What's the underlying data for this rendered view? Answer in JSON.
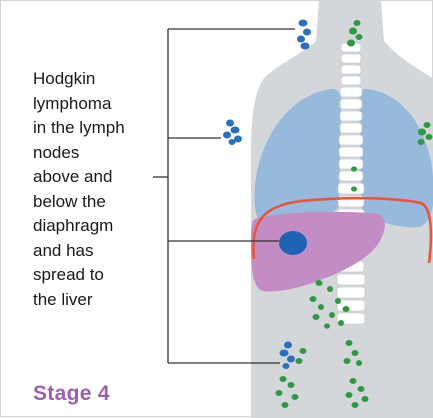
{
  "caption": {
    "lines": [
      "Hodgkin",
      "lymphoma",
      "in the lymph",
      "nodes",
      "above and",
      "below the",
      "diaphragm",
      "and has",
      "spread to",
      "the liver"
    ]
  },
  "stage_label": "Stage 4",
  "colors": {
    "body": "#d4d7da",
    "lungs": "#97b9dc",
    "liver": "#c48cc4",
    "diaphragm": "#e8553a",
    "spine": "#ffffff",
    "affected_node": "#2b6fbf",
    "normal_node": "#2e9a43",
    "liver_tumor": "#1f63b5",
    "stage_text": "#9b5fb0",
    "pointer_line": "#333333"
  },
  "icons": {
    "body": "human-torso-silhouette",
    "lungs": "lungs-icon",
    "liver": "liver-icon",
    "spine": "spine-icon"
  }
}
